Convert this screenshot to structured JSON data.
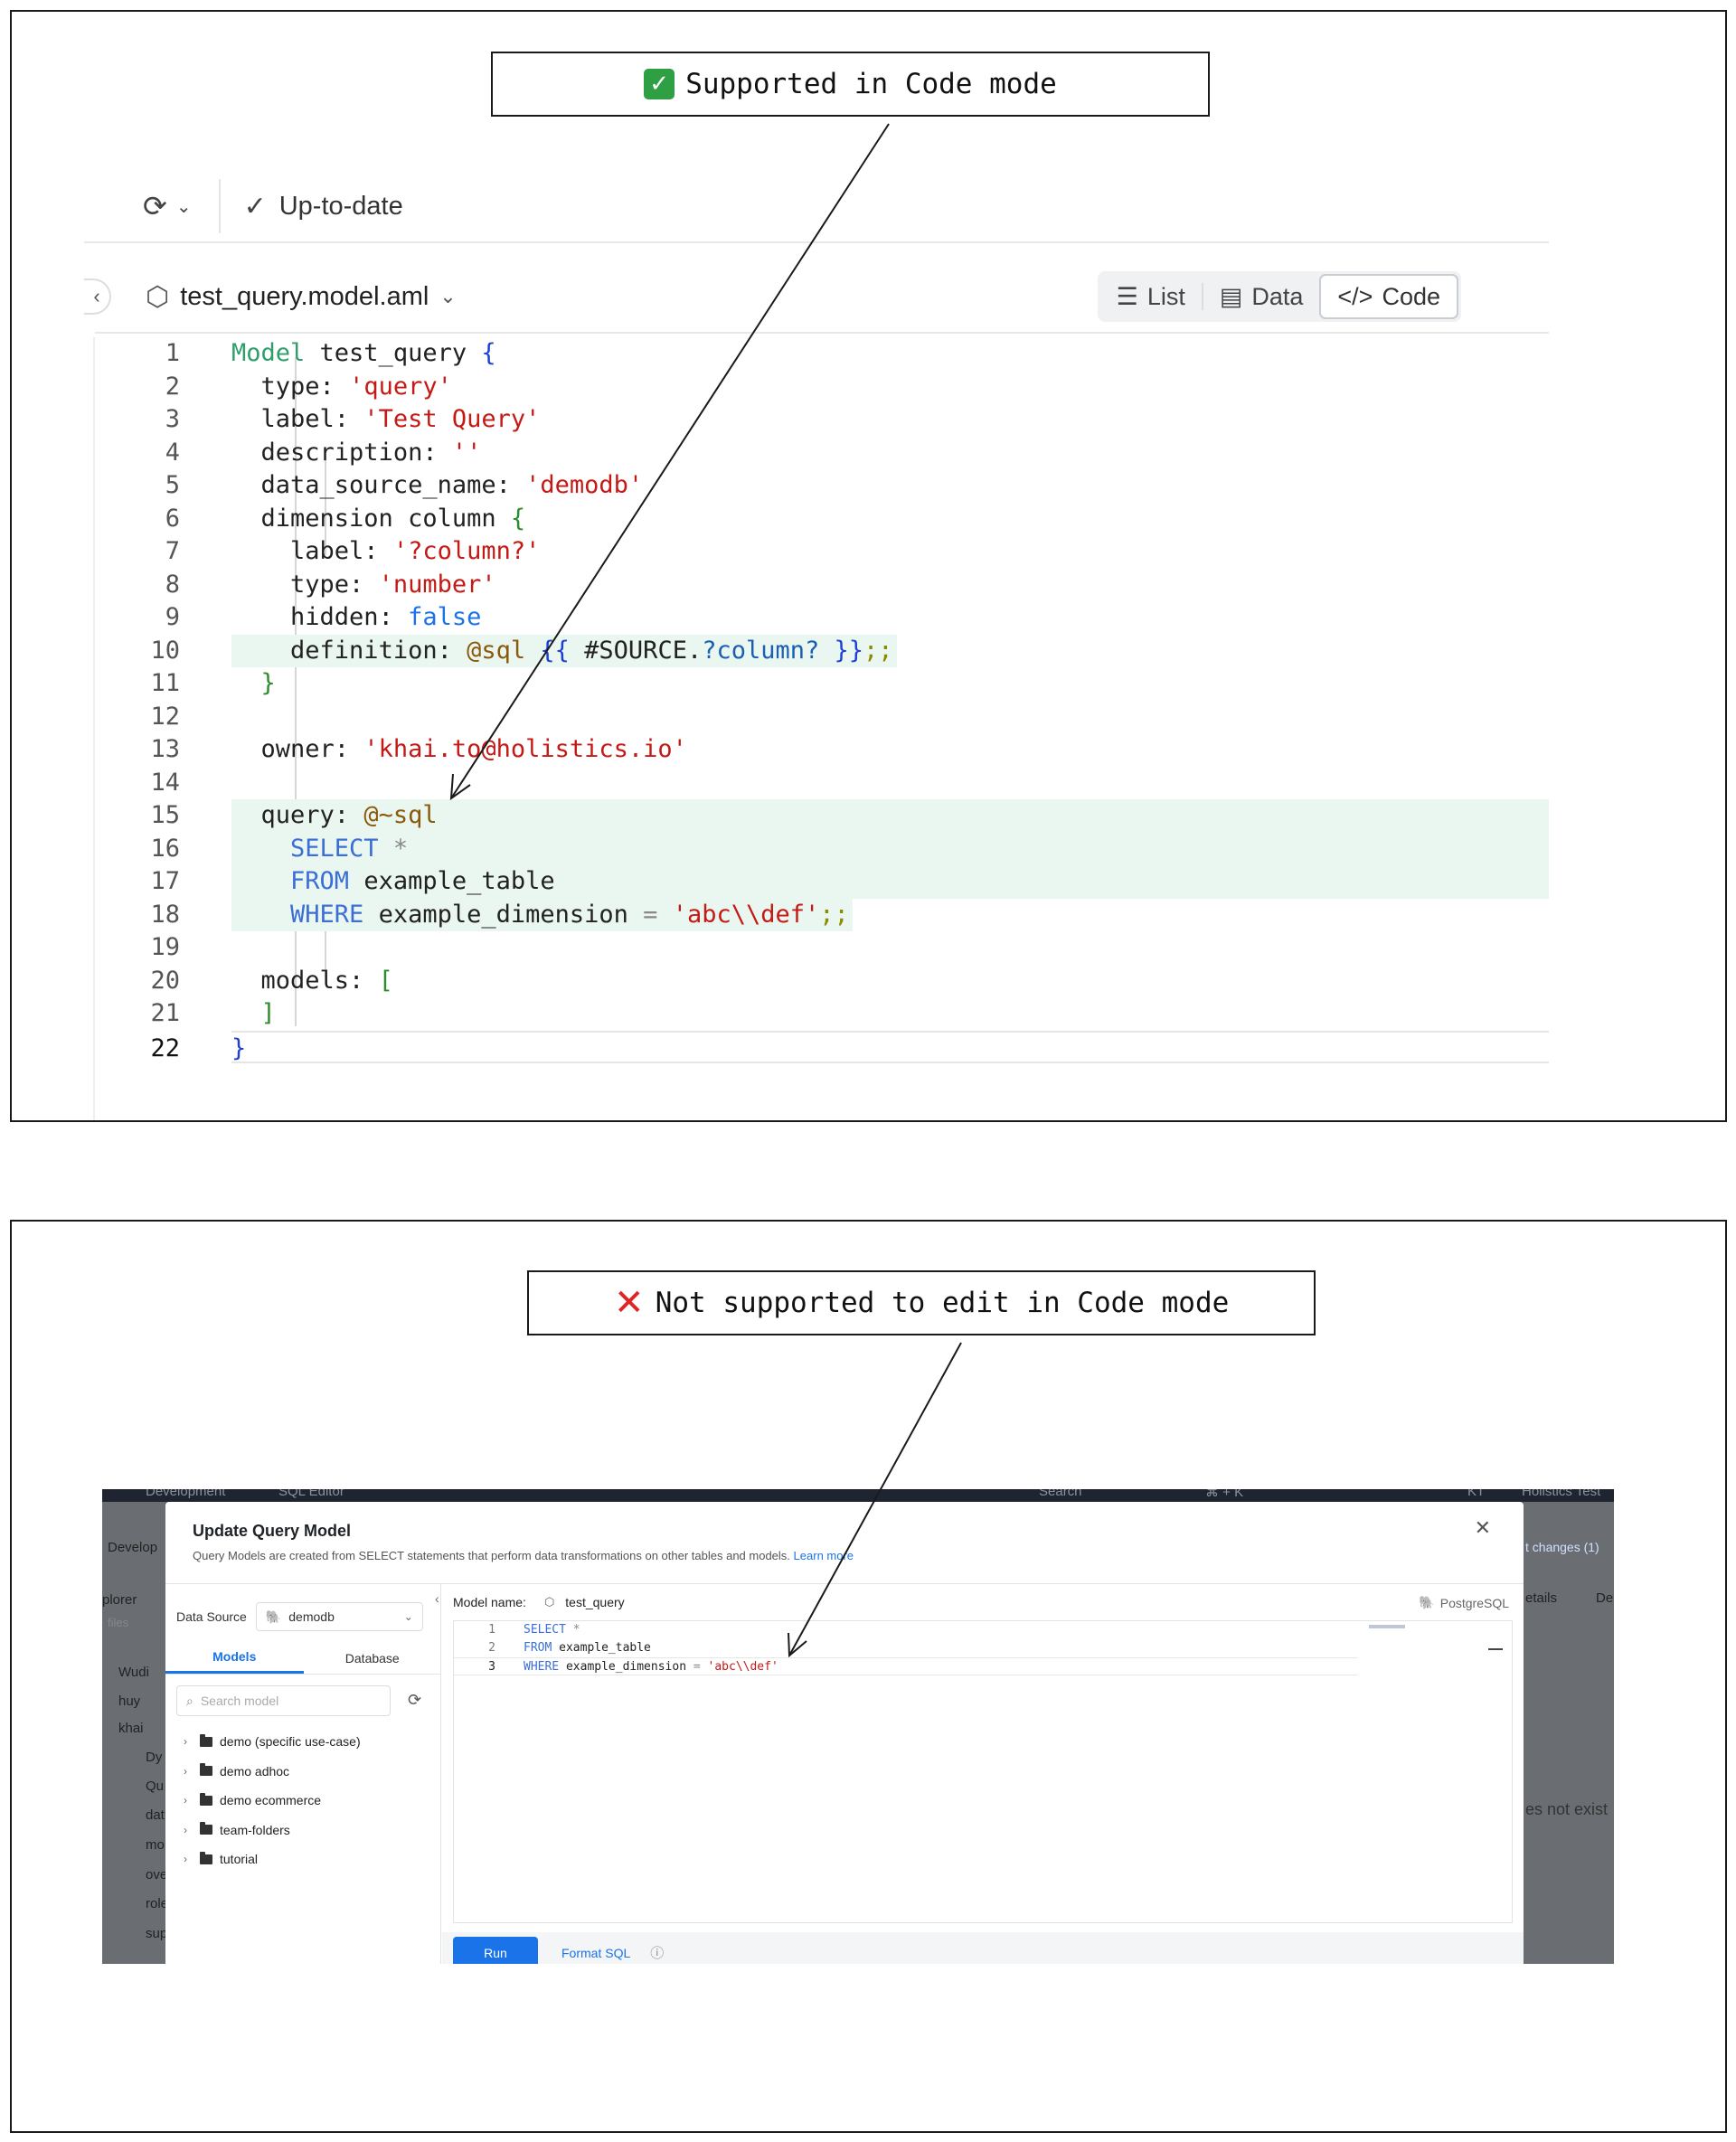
{
  "top": {
    "callout_text": "Supported in Code mode",
    "toolbar": {
      "status_label": "Up-to-date"
    },
    "file": {
      "name": "test_query.model.aml"
    },
    "view_tabs": [
      {
        "label": "List",
        "active": false
      },
      {
        "label": "Data",
        "active": false
      },
      {
        "label": "Code",
        "active": true
      }
    ],
    "code": {
      "line_numbers": [
        "1",
        "2",
        "3",
        "4",
        "5",
        "6",
        "7",
        "8",
        "9",
        "10",
        "11",
        "12",
        "13",
        "14",
        "15",
        "16",
        "17",
        "18",
        "19",
        "20",
        "21",
        "22"
      ],
      "l1_kw": "Model",
      "l1_name": " test_query ",
      "l1_brace": "{",
      "l2_key": "type: ",
      "l2_val": "'query'",
      "l3_key": "label: ",
      "l3_val": "'Test Query'",
      "l4_key": "description: ",
      "l4_val": "''",
      "l5_key": "data_source_name: ",
      "l5_val": "'demodb'",
      "l6_key": "dimension column ",
      "l6_brace": "{",
      "l7_key": "label: ",
      "l7_val": "'?column?'",
      "l8_key": "type: ",
      "l8_val": "'number'",
      "l9_key": "hidden: ",
      "l9_val": "false",
      "l10_key": "definition: ",
      "l10_sql": "@sql ",
      "l10_open": "{{",
      "l10_src": " #SOURCE.",
      "l10_var": "?column?",
      "l10_close": " }}",
      "l10_end": ";;",
      "l11_brace": "}",
      "l13_key": "owner: ",
      "l13_val": "'khai.to@holistics.io'",
      "l15_key": "query: ",
      "l15_sql": "@~sql",
      "l16_kw": "SELECT",
      "l16_op": " *",
      "l17_kw": "FROM",
      "l17_rest": " example_table",
      "l18_kw": "WHERE",
      "l18_rest": " example_dimension ",
      "l18_op": "=",
      "l18_val": " 'abc\\\\def'",
      "l18_end": ";;",
      "l20_key": "models: ",
      "l20_brace": "[",
      "l21_brace": "]",
      "l22_brace": "}"
    }
  },
  "bottom": {
    "callout_text": "Not supported to edit in Code mode",
    "bg": {
      "topbar_items": [
        "Development",
        "SQL Editor",
        "Search",
        "⌘ + K",
        "KT",
        "Holistics Test"
      ],
      "side_items": [
        "Develop",
        "plorer",
        "files",
        "Wudi",
        "huy",
        "khai",
        "Dy",
        "Qu",
        "dat",
        "mo",
        "ove",
        "role",
        "sup"
      ],
      "right_items": [
        "t changes (1)",
        "etails",
        "De",
        "es not exist"
      ]
    },
    "modal": {
      "title": "Update Query Model",
      "subtitle": "Query Models are created from SELECT statements that perform data transformations on other tables and models.",
      "learn_more": "Learn more",
      "data_source_label": "Data Source",
      "data_source_value": "demodb",
      "tabs": [
        {
          "label": "Models",
          "active": true
        },
        {
          "label": "Database",
          "active": false
        }
      ],
      "search_placeholder": "Search model",
      "folders": [
        "demo (specific use-case)",
        "demo adhoc",
        "demo ecommerce",
        "team-folders",
        "tutorial"
      ],
      "model_name_label": "Model name:",
      "model_name_value": "test_query",
      "db_type": "PostgreSQL",
      "sql": {
        "line_numbers": [
          "1",
          "2",
          "3"
        ],
        "l1_kw": "SELECT",
        "l1_rest": " *",
        "l2_kw": "FROM",
        "l2_rest": " example_table",
        "l3_kw": "WHERE",
        "l3_rest": " example_dimension ",
        "l3_op": "=",
        "l3_val": " 'abc\\\\def'"
      },
      "run_label": "Run",
      "format_label": "Format SQL"
    }
  }
}
